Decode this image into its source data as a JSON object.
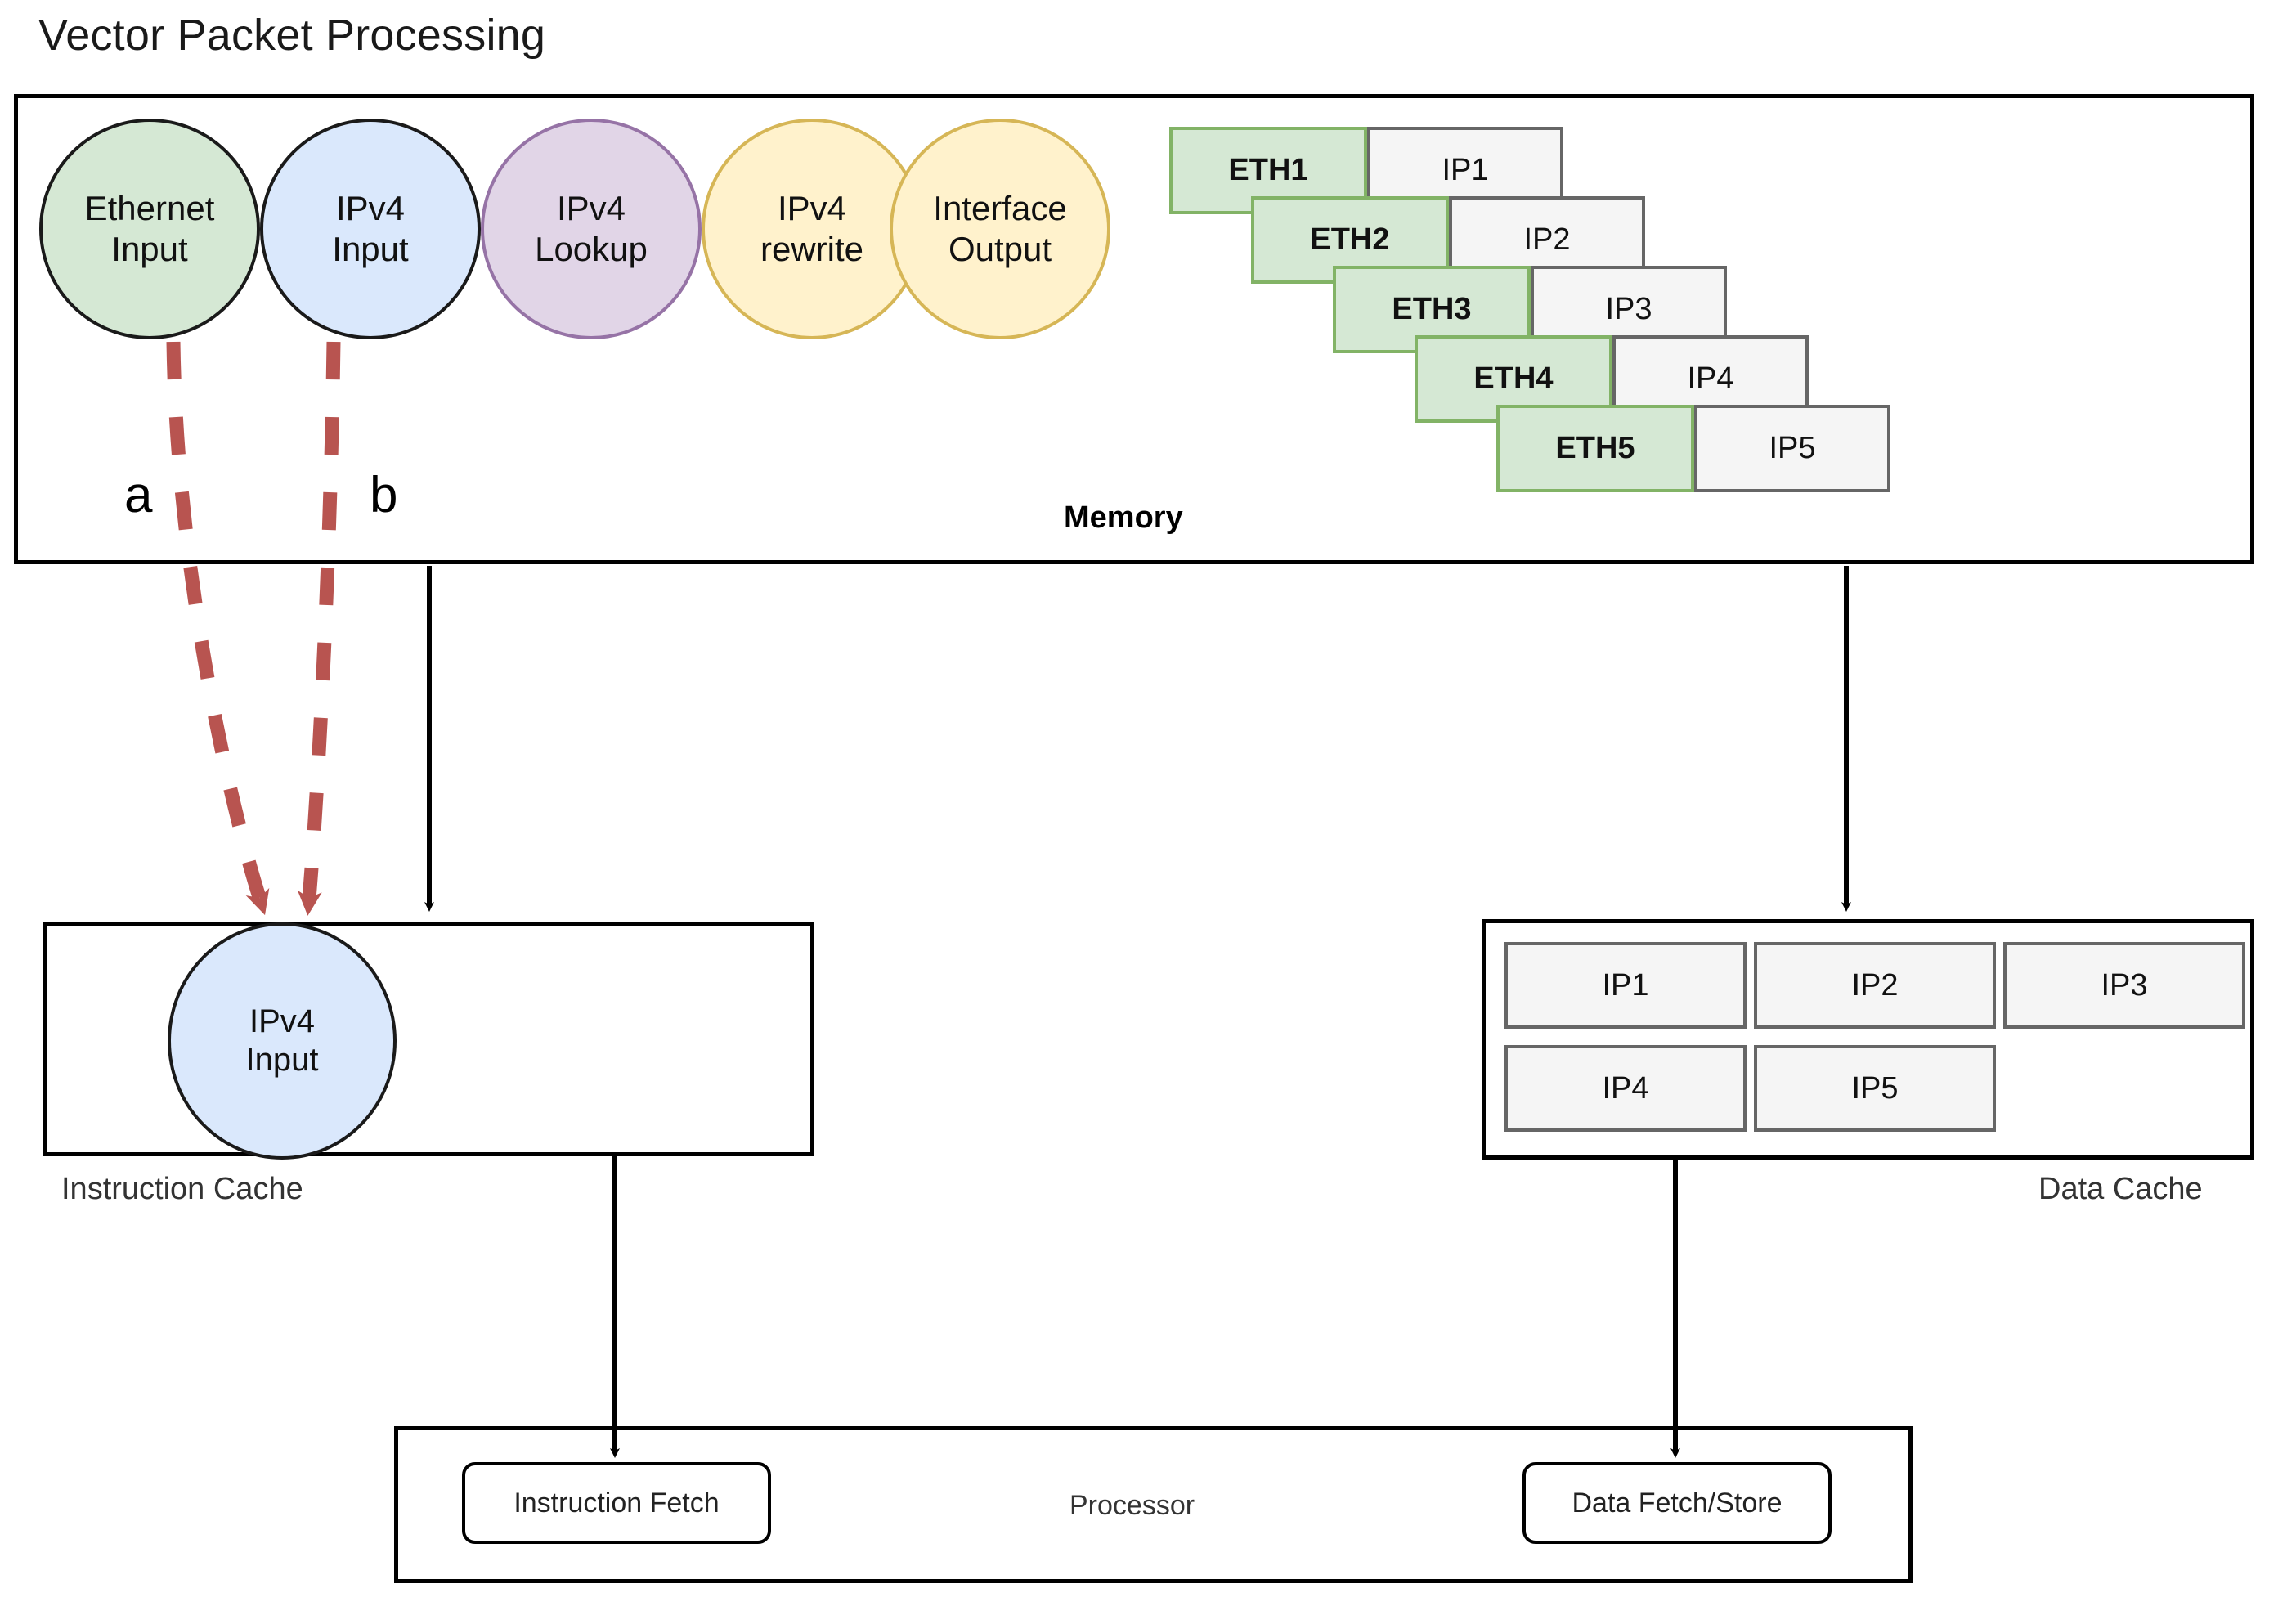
{
  "page": {
    "title": "Vector Packet Processing",
    "background": "#ffffff"
  },
  "colors": {
    "green_fill": "#d5e8d4",
    "green_stroke": "#82b366",
    "blue_fill": "#dae8fc",
    "blue_stroke": "#6c8ebf",
    "purple_fill": "#e1d5e7",
    "purple_stroke": "#9673a6",
    "yellow_fill": "#fff2cc",
    "yellow_stroke": "#d6b656",
    "gray_fill": "#f5f5f5",
    "gray_stroke": "#666666",
    "red_dashed": "#b85450",
    "black": "#000000"
  },
  "memory": {
    "label": "Memory",
    "graph_nodes": [
      {
        "label_line1": "Ethernet",
        "label_line2": "Input",
        "fill": "#d5e8d4",
        "stroke": "#1a1a1a"
      },
      {
        "label_line1": "IPv4",
        "label_line2": "Input",
        "fill": "#dae8fc",
        "stroke": "#1a1a1a"
      },
      {
        "label_line1": "IPv4",
        "label_line2": "Lookup",
        "fill": "#e1d5e7",
        "stroke": "#9673a6"
      },
      {
        "label_line1": "IPv4",
        "label_line2": "rewrite",
        "fill": "#fff2cc",
        "stroke": "#d6b656"
      },
      {
        "label_line1": "Interface",
        "label_line2": "Output",
        "fill": "#fff2cc",
        "stroke": "#d6b656"
      }
    ],
    "packets": [
      {
        "eth": "ETH1",
        "ip": "IP1"
      },
      {
        "eth": "ETH2",
        "ip": "IP2"
      },
      {
        "eth": "ETH3",
        "ip": "IP3"
      },
      {
        "eth": "ETH4",
        "ip": "IP4"
      },
      {
        "eth": "ETH5",
        "ip": "IP5"
      }
    ]
  },
  "annotations": {
    "a": "a",
    "b": "b"
  },
  "instruction_cache": {
    "label": "Instruction Cache",
    "node": {
      "label_line1": "IPv4",
      "label_line2": "Input",
      "fill": "#dae8fc",
      "stroke": "#1a1a1a"
    }
  },
  "data_cache": {
    "label": "Data Cache",
    "cells": [
      "IP1",
      "IP2",
      "IP3",
      "IP4",
      "IP5"
    ]
  },
  "processor": {
    "label": "Processor",
    "instruction_fetch": "Instruction Fetch",
    "data_fetch_store": "Data Fetch/Store"
  }
}
